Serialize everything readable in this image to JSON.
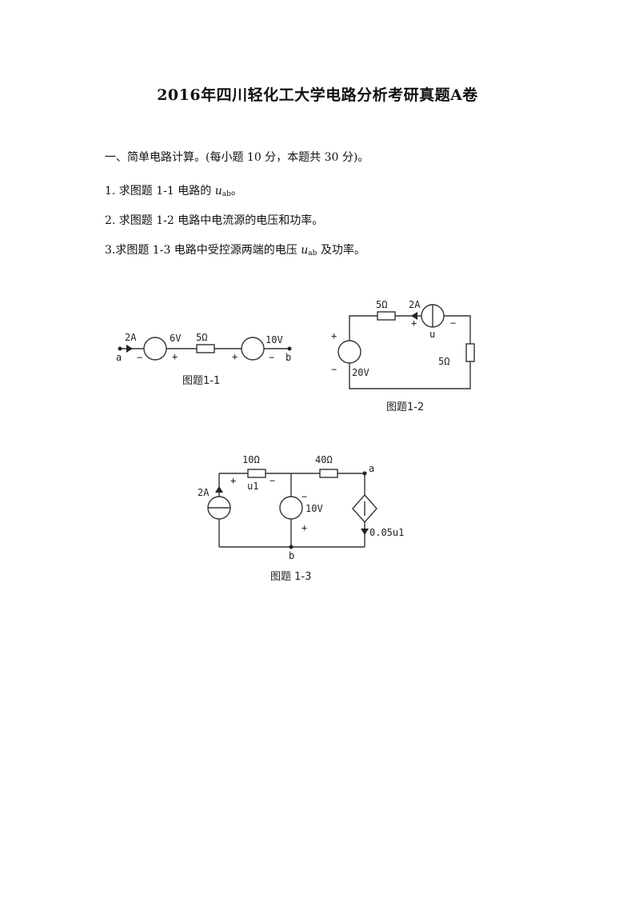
{
  "title": "2016年四川轻化工大学电路分析考研真题A卷",
  "section": {
    "heading": "一、简单电路计算。(每小题 10 分，本题共 30 分)。",
    "q1": {
      "prefix": "1. 求图题 1-1 电路的 ",
      "var": "u",
      "sub": "ab",
      "suffix": "。"
    },
    "q2": {
      "text": "2. 求图题 1-2 电路中电流源的电压和功率。"
    },
    "q3": {
      "prefix": "3.求图题 1-3 电路中受控源两端的电压 ",
      "var": "u",
      "sub": "ab",
      "suffix": " 及功率。"
    }
  },
  "fig1": {
    "caption": "图题1-1",
    "current": "2A",
    "v1": "6V",
    "r": "5Ω",
    "v2": "10V",
    "node_a": "a",
    "node_b": "b",
    "plus": "+",
    "minus": "−"
  },
  "fig2": {
    "caption": "图题1-2",
    "r_top": "5Ω",
    "current": "2A",
    "u_label": "u",
    "r_right": "5Ω",
    "v_src": "20V",
    "plus": "+",
    "minus": "−"
  },
  "fig3": {
    "caption": "图题 1-3",
    "r1": "10Ω",
    "r2": "40Ω",
    "u1": "u1",
    "current": "2A",
    "v_src": "10V",
    "dep": "0.05u1",
    "node_a": "a",
    "node_b": "b",
    "plus": "+",
    "minus": "−"
  }
}
